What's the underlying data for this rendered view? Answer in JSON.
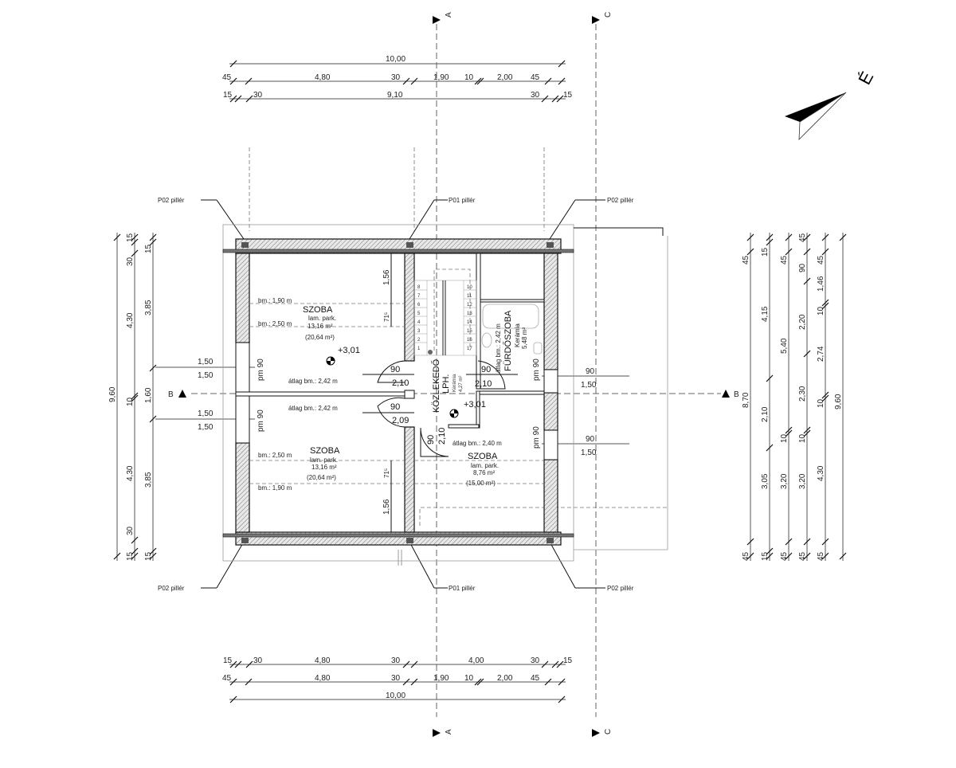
{
  "sections": {
    "a": "A",
    "b": "B",
    "c": "C"
  },
  "north_label": "É",
  "top_dims": {
    "row1": [
      "10,00"
    ],
    "row2": [
      "45",
      "4,80",
      "30",
      "1,90",
      "10",
      "2,00",
      "45"
    ],
    "row3": [
      "15",
      "30",
      "9,10",
      "30",
      "15"
    ]
  },
  "bottom_dims": {
    "row1": [
      "15",
      "30",
      "4,80",
      "30",
      "4,00",
      "30",
      "15"
    ],
    "row2": [
      "45",
      "4,80",
      "30",
      "1,90",
      "10",
      "2,00",
      "45"
    ],
    "row3": [
      "10,00"
    ]
  },
  "left_dims": {
    "col1": [
      "9,60"
    ],
    "col2": [
      "15",
      "30",
      "4,30",
      "10",
      "4,30",
      "30",
      "15"
    ],
    "col3": [
      "15",
      "3,85",
      "1,60",
      "3,85",
      "15"
    ],
    "windows": [
      "1,50",
      "1,50",
      "1,50",
      "1,50"
    ]
  },
  "right_dims": {
    "col1": [
      "45",
      "8,70",
      "45"
    ],
    "col2": [
      "15",
      "4,15",
      "2,10",
      "3,05",
      "15"
    ],
    "col3": [
      "45",
      "5,40",
      "10",
      "3,20",
      "45"
    ],
    "col4": [
      "45",
      "90",
      "2,20",
      "2,30",
      "10",
      "3,20",
      "45"
    ],
    "col5": [
      "45",
      "1,46",
      "10",
      "2,74",
      "10",
      "4,30",
      "45"
    ],
    "col6": [
      "9,60"
    ],
    "windows": [
      "90",
      "1,50",
      "90",
      "1,50"
    ]
  },
  "callouts": {
    "top_left": "P02 pillér",
    "top_mid": "P01 pillér",
    "top_right": "P02 pillér",
    "bottom_left": "P02 pillér",
    "bottom_mid": "P01 pillér",
    "bottom_right": "P02 pillér"
  },
  "rooms": {
    "room1": {
      "name": "SZOBA",
      "floor": "lam. park.",
      "area": "13,16 m²",
      "gross": "(20,64 m²)",
      "level": "+3,01",
      "bm1": "bm.: 1,90 m",
      "bm2": "bm.: 2,50 m",
      "avg": "átlag bm.: 2,42 m",
      "d1": "1,56",
      "d2": "71⁵",
      "win": "pm 90"
    },
    "room2": {
      "name": "SZOBA",
      "floor": "lam. park.",
      "area": "13,16 m²",
      "gross": "(20,64 m²)",
      "bm1": "bm.: 2,50 m",
      "bm2": "bm.: 1,90 m",
      "avg": "átlag bm.: 2,42 m",
      "d1": "71⁵",
      "d2": "1,56",
      "win": "pm 90"
    },
    "room3": {
      "name": "SZOBA",
      "floor": "lam. park.",
      "area": "8,76 m²",
      "gross": "(15,00 m²)",
      "avg": "átlag bm.: 2,40 m",
      "win": "pm 90"
    },
    "corridor": {
      "name": "KÖZLEKEDŐ",
      "sub": "LPH.",
      "floor": "Kerámia",
      "area": "4,27 m²",
      "level": "+3,01"
    },
    "bathroom": {
      "name": "FÜRDŐSZOBA",
      "floor": "Kerámia",
      "area": "5,48 m²",
      "avg": "átlag bm.: 2,42 m",
      "win": "pm 90"
    }
  },
  "doors": {
    "d1": {
      "w": "90",
      "h": "2,10"
    },
    "d2": {
      "w": "90",
      "h": "2,09"
    },
    "d3": {
      "w": "90",
      "h": "2,10"
    },
    "d4": {
      "w": "90",
      "h": "2,10"
    }
  },
  "stairs": {
    "steps": [
      "1",
      "2",
      "3",
      "4",
      "5",
      "6",
      "7",
      "8",
      "10",
      "11",
      "12",
      "13",
      "14",
      "15",
      "16",
      "17"
    ]
  }
}
